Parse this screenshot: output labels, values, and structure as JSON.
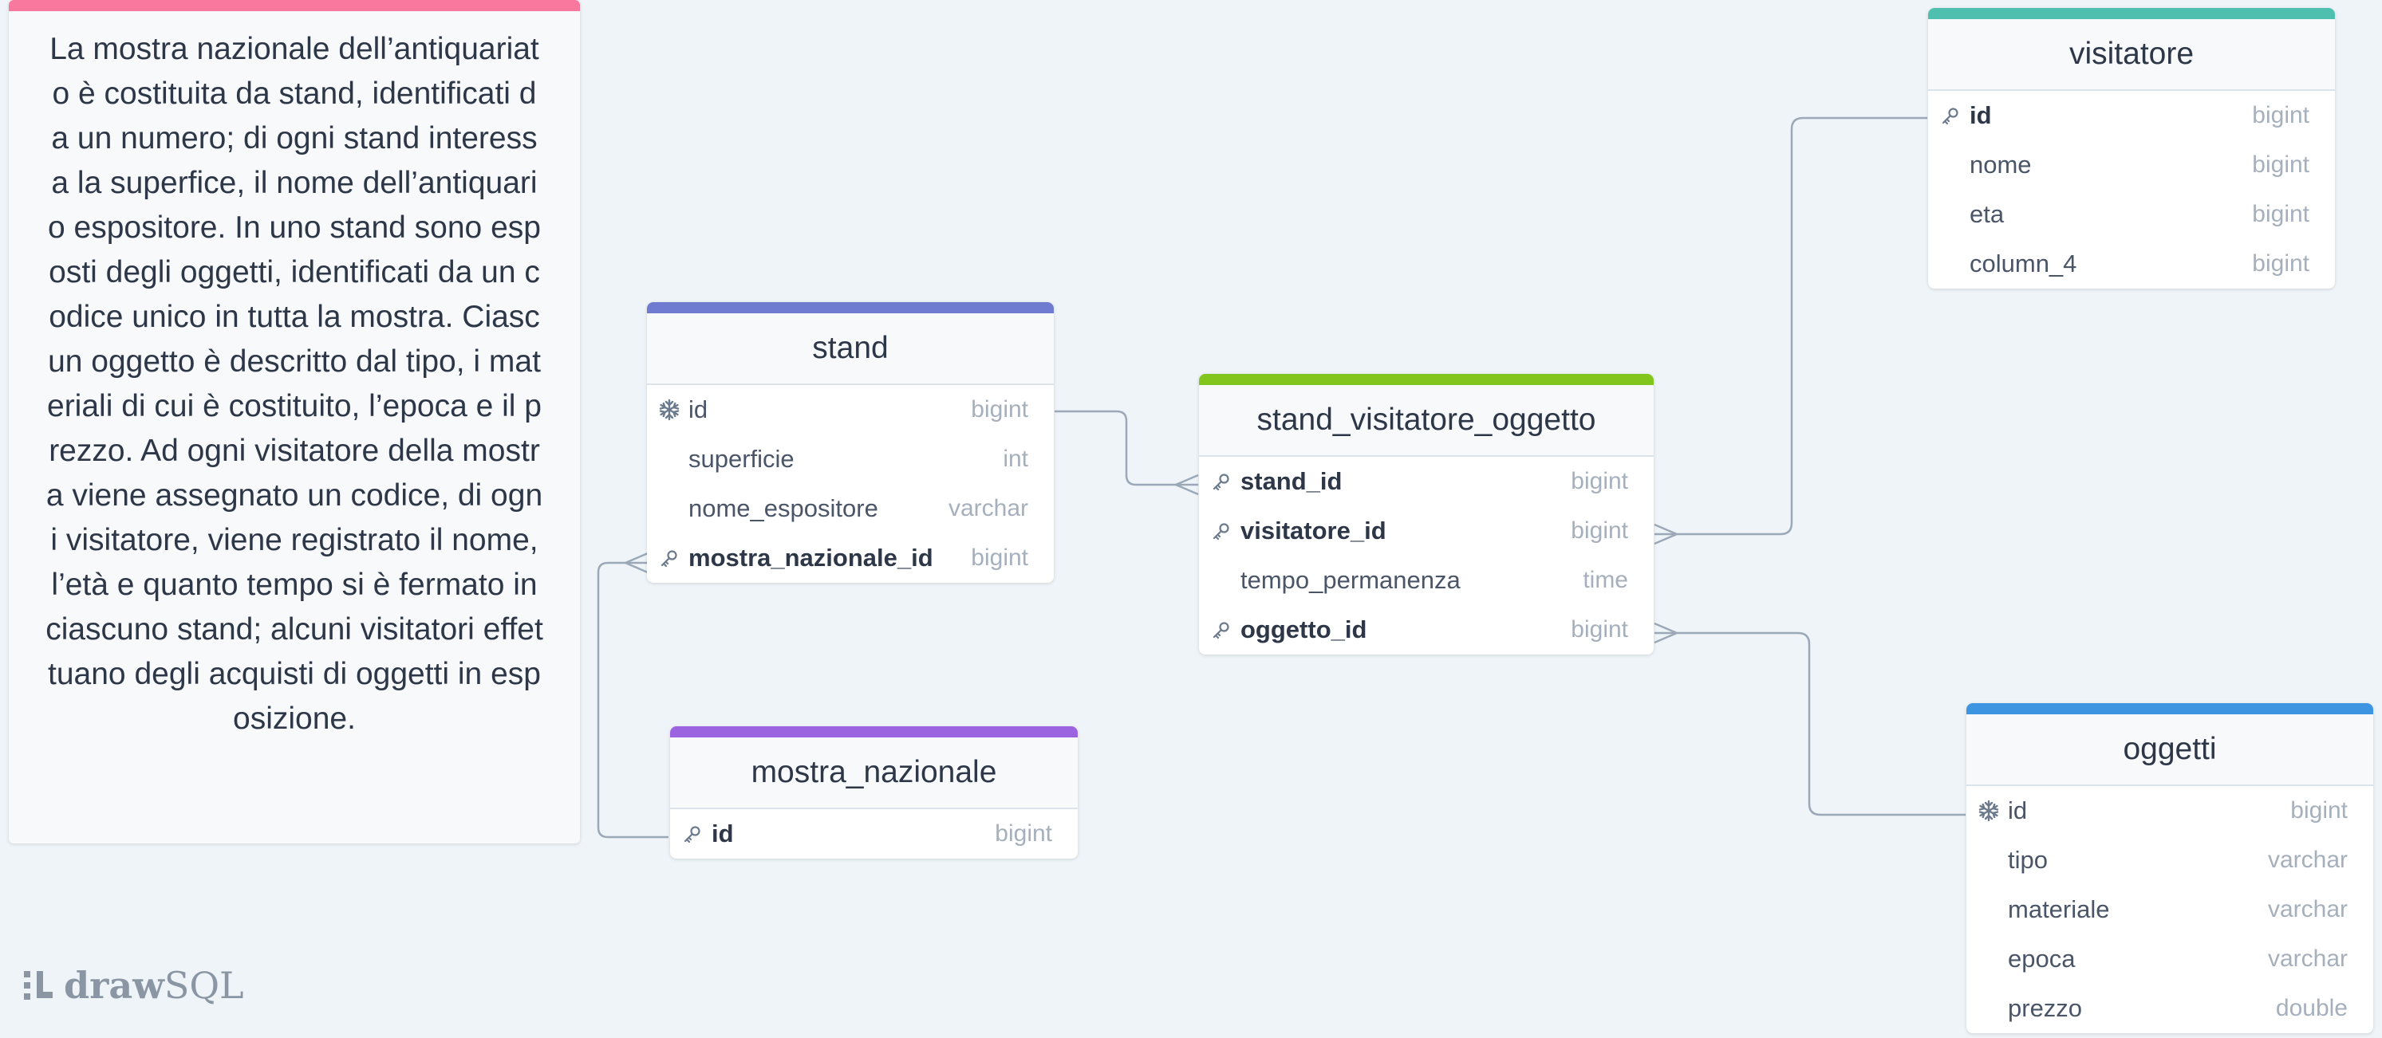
{
  "note": {
    "text": "La mostra nazionale dell’antiquariato è costituita da stand, identificati da un numero; di ogni stand interessa la superfice, il nome dell’antiquario espositore. In uno stand sono esposti degli oggetti, identificati da un codice unico in tutta la mostra. Ciascun oggetto è descritto dal tipo, i materiali di cui è costituito, l’epoca e il prezzo. Ad ogni visitatore della mostra viene assegnato un codice, di ogni visitatore, viene registrato il nome, l’età e quanto tempo si è fermato in ciascuno stand; alcuni visitatori effettuano degli acquisti di oggetti in esposizione.",
    "color": "#f9799e"
  },
  "tables": {
    "stand": {
      "name": "stand",
      "color": "#6e7bd0",
      "columns": [
        {
          "name": "id",
          "type": "bigint",
          "icon": "snowflake-icon",
          "bold": false
        },
        {
          "name": "superficie",
          "type": "int",
          "icon": "",
          "bold": false
        },
        {
          "name": "nome_espositore",
          "type": "varchar",
          "icon": "",
          "bold": false
        },
        {
          "name": "mostra_nazionale_id",
          "type": "bigint",
          "icon": "key-icon",
          "bold": true
        }
      ]
    },
    "mostra_nazionale": {
      "name": "mostra_nazionale",
      "color": "#9b63e0",
      "columns": [
        {
          "name": "id",
          "type": "bigint",
          "icon": "key-icon",
          "bold": true
        }
      ]
    },
    "stand_visitatore_oggetto": {
      "name": "stand_visitatore_oggetto",
      "color": "#82c51d",
      "columns": [
        {
          "name": "stand_id",
          "type": "bigint",
          "icon": "key-icon",
          "bold": true
        },
        {
          "name": "visitatore_id",
          "type": "bigint",
          "icon": "key-icon",
          "bold": true
        },
        {
          "name": "tempo_permanenza",
          "type": "time",
          "icon": "",
          "bold": false
        },
        {
          "name": "oggetto_id",
          "type": "bigint",
          "icon": "key-icon",
          "bold": true
        }
      ]
    },
    "visitatore": {
      "name": "visitatore",
      "color": "#4fc0b0",
      "columns": [
        {
          "name": "id",
          "type": "bigint",
          "icon": "key-icon",
          "bold": true
        },
        {
          "name": "nome",
          "type": "bigint",
          "icon": "",
          "bold": false
        },
        {
          "name": "eta",
          "type": "bigint",
          "icon": "",
          "bold": false
        },
        {
          "name": "column_4",
          "type": "bigint",
          "icon": "",
          "bold": false
        }
      ]
    },
    "oggetti": {
      "name": "oggetti",
      "color": "#3d94e0",
      "columns": [
        {
          "name": "id",
          "type": "bigint",
          "icon": "snowflake-icon",
          "bold": false
        },
        {
          "name": "tipo",
          "type": "varchar",
          "icon": "",
          "bold": false
        },
        {
          "name": "materiale",
          "type": "varchar",
          "icon": "",
          "bold": false
        },
        {
          "name": "epoca",
          "type": "varchar",
          "icon": "",
          "bold": false
        },
        {
          "name": "prezzo",
          "type": "double",
          "icon": "",
          "bold": false
        }
      ]
    }
  },
  "brand": {
    "part1": "draw",
    "part2": "SQL"
  }
}
